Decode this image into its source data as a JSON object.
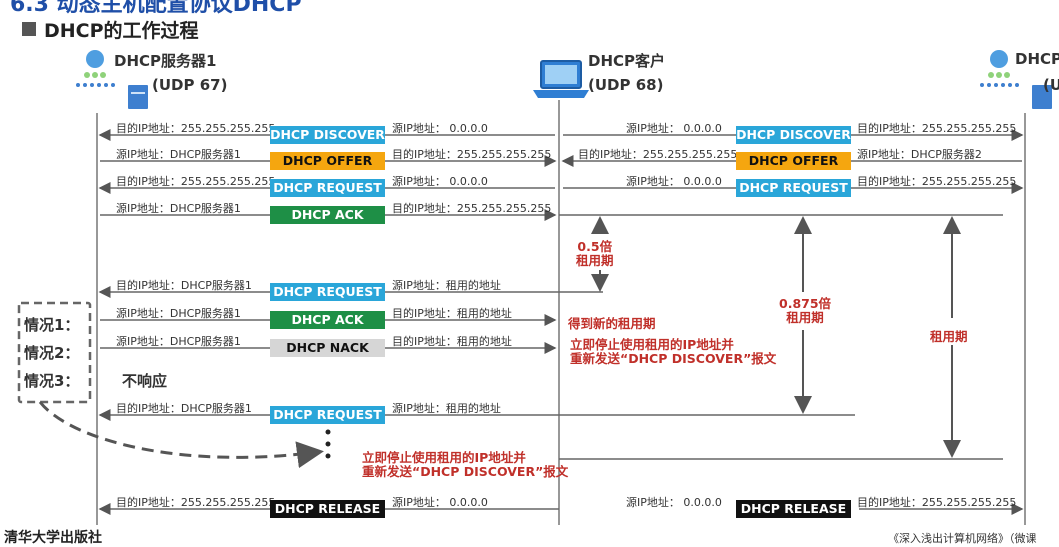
{
  "header": {
    "cut_title": "6.3 动态主机配置协议DHCP",
    "section_title": "DHCP的工作过程"
  },
  "nodes": {
    "server1": {
      "name": "DHCP服务器1",
      "port": "(UDP 67)"
    },
    "client": {
      "name": "DHCP客户",
      "port": "(UDP 68)"
    },
    "server2": {
      "name": "DHCP",
      "port": "(U"
    }
  },
  "messages": {
    "discover": "DHCP DISCOVER",
    "offer": "DHCP OFFER",
    "request": "DHCP REQUEST",
    "ack": "DHCP ACK",
    "nack": "DHCP NACK",
    "release": "DHCP RELEASE"
  },
  "labels": {
    "dst_broadcast": "目的IP地址：255.255.255.255",
    "src_zero": "源IP地址：    0.0.0.0",
    "src_server1": "源IP地址：DHCP服务器1",
    "src_server2": "源IP地址：DHCP服务器2",
    "dst_server1": "目的IP地址：DHCP服务器1",
    "src_leased": "源IP地址：租用的地址",
    "dst_leased": "目的IP地址：租用的地址"
  },
  "annotations": {
    "half_lease": "0.5倍\n租用期",
    "seven_eighths_lease": "0.875倍\n租用期",
    "lease": "租用期",
    "new_lease": "得到新的租用期",
    "stop_rediscover": "立即停止使用租用的IP地址并\n重新发送“DHCP DISCOVER”报文",
    "no_response": "不响应"
  },
  "cases": {
    "case1": "情况1：",
    "case2": "情况2：",
    "case3": "情况3："
  },
  "footer": {
    "publisher": "清华大学出版社",
    "book": "《深入浅出计算机网络》（微课"
  },
  "colors": {
    "discover": "#2aa6d9",
    "request": "#2aa6d9",
    "offer": "#f5a60f",
    "ack": "#1e8f46",
    "nack": "#d6d6d6",
    "release": "#111111",
    "annotation": "#c0302a",
    "cut_title": "#1f4fa8"
  }
}
